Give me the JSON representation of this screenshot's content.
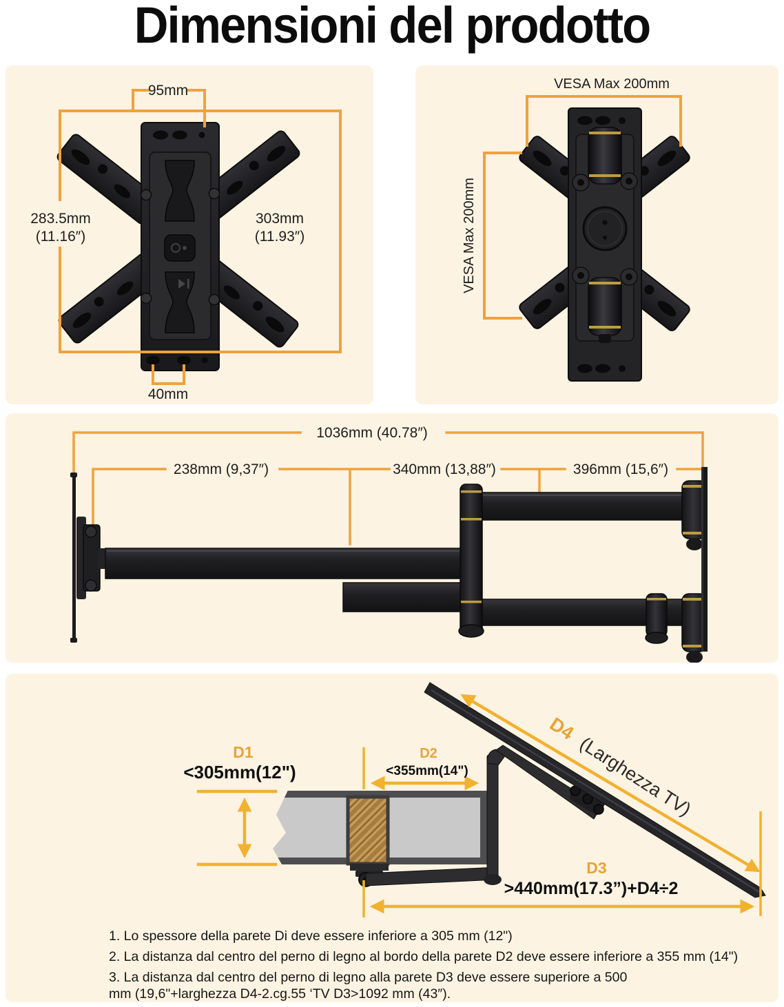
{
  "title": "Dimensioni del prodotto",
  "colors": {
    "panel_background": "#fdf3e2",
    "dimension_line_orange": "#efa23c",
    "arrow_gold": "#f2b12f",
    "d_label_orange": "#e8a337",
    "mount_black": "#222225",
    "gold_ring": "#bf9c42",
    "wall_gray": "#c9c9c9",
    "wood_stud": "#c89a58",
    "text_black": "#1b1b1b"
  },
  "front_view": {
    "top_width": "95mm",
    "left_height": "283.5mm",
    "left_height_in": "(11.16″)",
    "right_height": "303mm",
    "right_height_in": "(11.93″)",
    "bottom_width": "40mm"
  },
  "back_view": {
    "vesa_horizontal": "VESA Max 200mm",
    "vesa_vertical": "VESA Max 200mm"
  },
  "side_view": {
    "total_length": "1036mm  (40.78″)",
    "segment_1": "238mm  (9,37″)",
    "segment_2": "340mm  (13,88″)",
    "segment_3": "396mm  (15,6″)"
  },
  "installation": {
    "d1_label": "D1",
    "d1_value": "<305mm(12\")",
    "d2_label": "D2",
    "d2_value": "<355mm(14\")",
    "d3_label": "D3",
    "d3_value": ">440mm(17.3”)+D4÷2",
    "d4_label": "D4",
    "d4_value": "(Larghezza TV)",
    "notes": [
      "1. Lo spessore della parete Di deve essere inferiore a 305 mm (12\")",
      "2. La distanza dal centro del perno di legno al bordo della parete D2 deve essere inferiore a 355 mm (14\")",
      "3. La distanza dal centro del perno di legno alla parete D3 deve essere superiore a 500",
      "mm (19,6\"+larghezza D4-2.cg.55 ‘TV D3>1092 mm (43″)."
    ]
  }
}
